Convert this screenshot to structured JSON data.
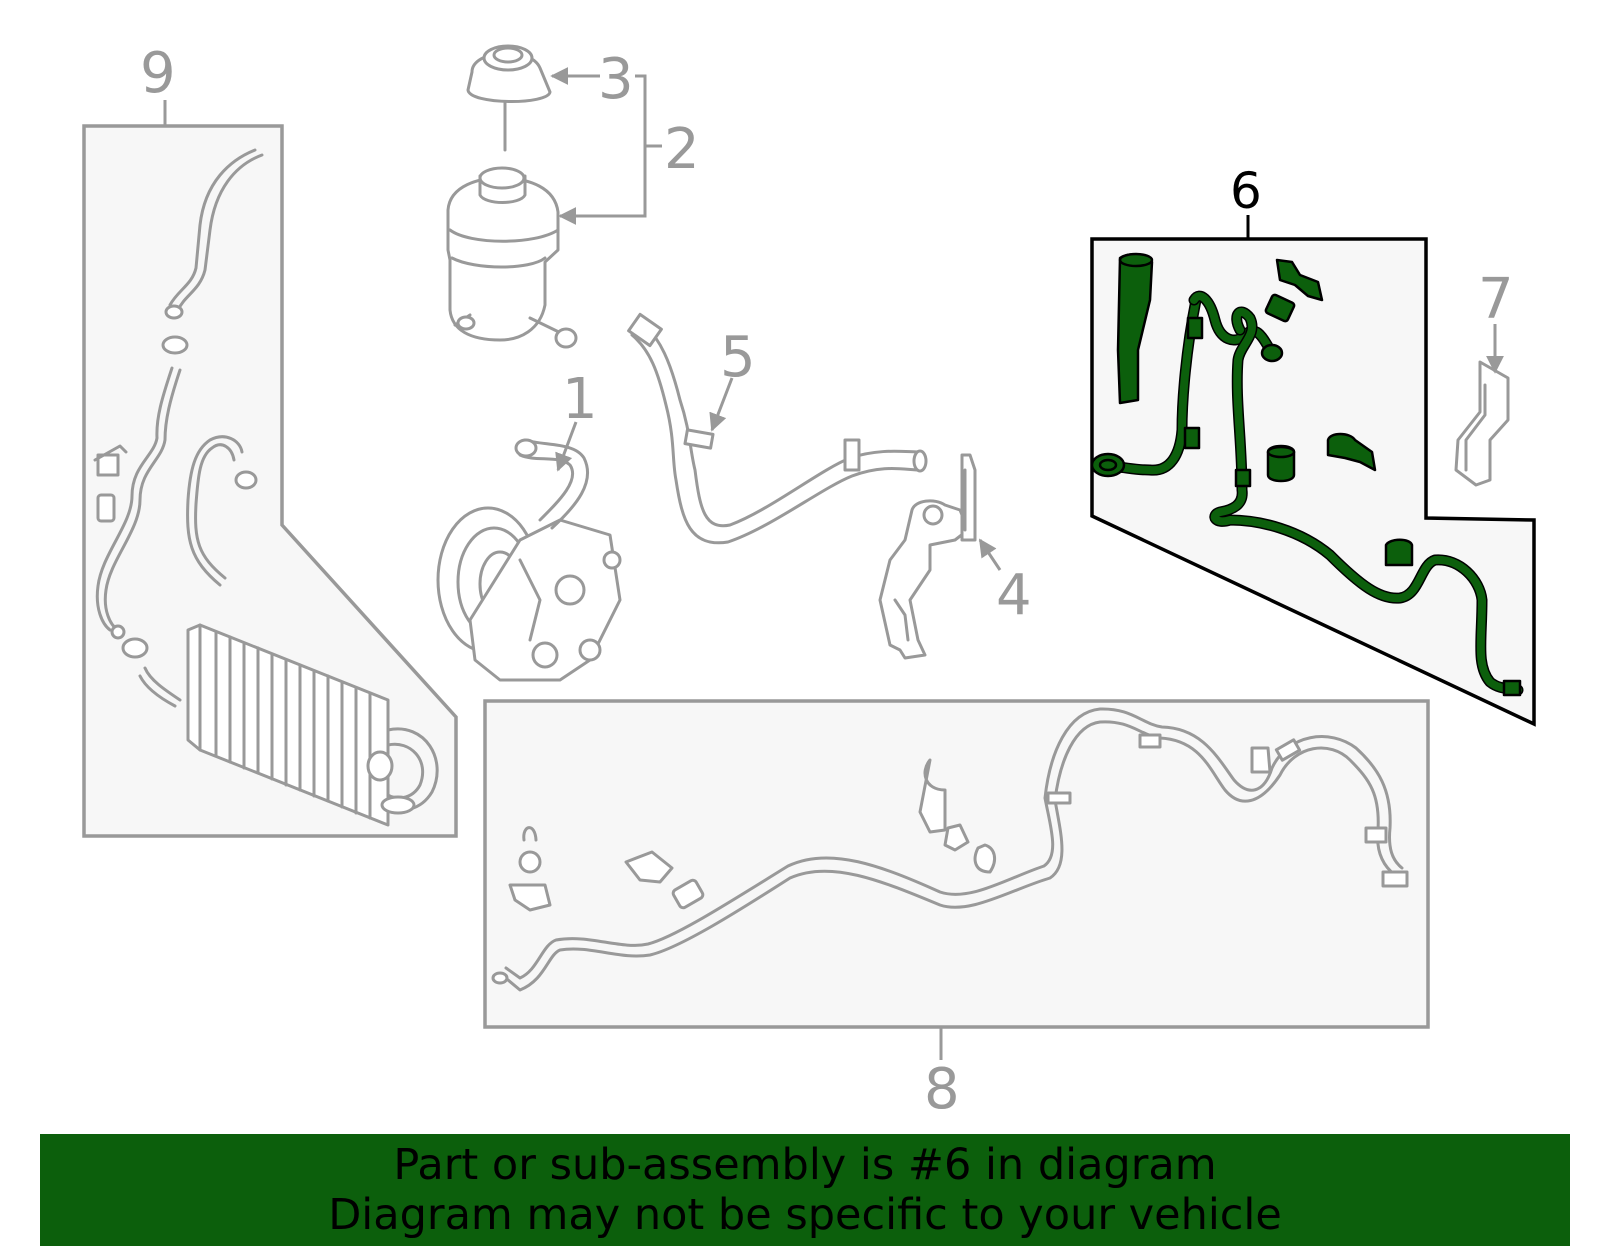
{
  "callouts": {
    "c1": "1",
    "c2": "2",
    "c3": "3",
    "c4": "4",
    "c5": "5",
    "c6": "6",
    "c7": "7",
    "c8": "8",
    "c9": "9"
  },
  "highlight": {
    "part_number": "6",
    "color": "#0c5f0c"
  },
  "banner": {
    "line1": "Part or sub-assembly is #6 in diagram",
    "line2": "Diagram may not be specific to your vehicle",
    "background": "#0c5f0c"
  }
}
